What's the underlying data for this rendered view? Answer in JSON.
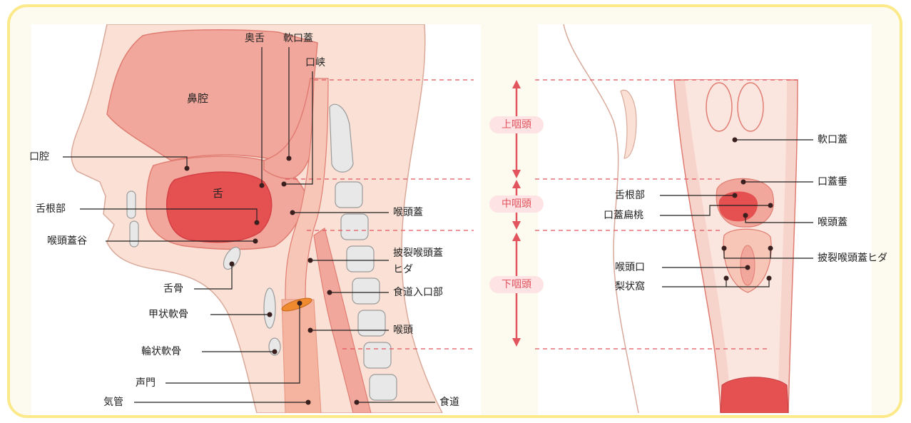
{
  "left_labels": {
    "okuzetsu": "奥舌",
    "nankougai": "軟口蓋",
    "koukyou": "口峡",
    "bikuu": "鼻腔",
    "koukuu": "口腔",
    "shita": "舌",
    "zetsukonbu": "舌根部",
    "koutougai_left": "喉頭蓋",
    "koutougaikoku": "喉頭蓋谷",
    "hiretsu_line1": "披裂喉頭蓋",
    "hiretsu_line2": "ヒダ",
    "zekkotsu": "舌骨",
    "shokudou_iriguchi": "食道入口部",
    "koujou": "甲状軟骨",
    "koutou": "喉頭",
    "rinjou": "輪状軟骨",
    "seimon": "声門",
    "kikan": "気管",
    "shokudou": "食道"
  },
  "regions": {
    "upper": "上咽頭",
    "middle": "中咽頭",
    "lower": "下咽頭"
  },
  "right_labels": {
    "nankougai": "軟口蓋",
    "kougaisui": "口蓋垂",
    "zetsukonbu": "舌根部",
    "kougaihentou": "口蓋扁桃",
    "koutougai": "喉頭蓋",
    "hiretsu": "披裂喉頭蓋ヒダ",
    "koutoukou": "喉頭口",
    "rijoukai": "梨状窩"
  },
  "colors": {
    "frame_border": "#fbe98a",
    "flesh_light": "#fbe1d5",
    "flesh_pink": "#f2a79c",
    "tongue_red": "#e55050",
    "accent_red": "#e2555f",
    "bone_gray": "#e8e8e8"
  }
}
